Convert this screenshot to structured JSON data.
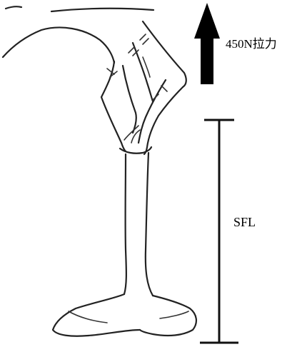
{
  "force": {
    "label": "450N拉力",
    "direction": "up",
    "arrow_color": "#000000"
  },
  "measurement": {
    "label": "SFL"
  },
  "colors": {
    "line": "#222222",
    "background": "#ffffff"
  }
}
